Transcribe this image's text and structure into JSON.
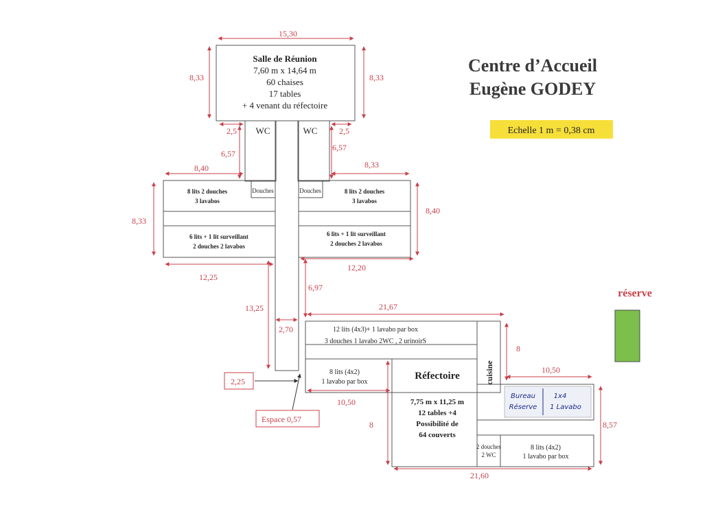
{
  "title": {
    "line1": "Centre d’Accueil",
    "line2": "Eugène GODEY"
  },
  "scale_label": "Echelle  1 m = 0,38 cm",
  "colors": {
    "dimension": "#c8414b",
    "scale_bg": "#f7df3a",
    "reserve": "#7cbf4a",
    "handwriting": "#1a2a8a"
  },
  "rooms": {
    "meeting": [
      "Salle de Réunion",
      "7,60 m x 14,64 m",
      "60 chaises",
      "17 tables",
      "+ 4 venant du réfectoire"
    ],
    "wc": "WC",
    "douches": "Douches",
    "left_top": [
      "8 lits 2 douches",
      "3 lavabos"
    ],
    "right_top": [
      "8 lits 2 douches",
      "3 lavabos"
    ],
    "left_bottom": [
      "6 lits + 1 lit surveillant",
      "2 douches 2 lavabos"
    ],
    "right_bottom": [
      "6 lits + 1 lit surveillant",
      "2 douches 2 lavabos"
    ],
    "east_top": "12 lits  (4x3)+ 1 lavabo par box",
    "east_mid": "3 douches 1 lavabo 2WC , 2 urinoirS",
    "east_small": [
      "8 lits  (4x2)",
      "1 lavabo par box"
    ],
    "refectoire_title": "Réfectoire",
    "refectoire_info": [
      "7,75 m x 11,25 m",
      "12 tables +4",
      "Possibilité de",
      "64 couverts"
    ],
    "cuisine": "cuisine",
    "bureau": [
      "Bureau",
      "Réserve"
    ],
    "bureau_right": [
      "1x4",
      "1 Lavabo"
    ],
    "south_douches": [
      "2 douches",
      "2 WC"
    ],
    "south_room": [
      "8 lits  (4x2)",
      "1 lavabo par box"
    ]
  },
  "dims": {
    "top": "15,30",
    "meet_l": "8,33",
    "meet_r": "8,33",
    "wc_l": "2,5",
    "wc_r": "2,5",
    "wc_lh": "6,57",
    "wc_rh": "6,57",
    "dorm_l_w": "8,40",
    "dorm_r_w": "8,33",
    "dorm_l_h": "8,33",
    "dorm_r_h": "8,40",
    "dorm_l_bottom": "12,25",
    "dorm_r_bottom": "12,20",
    "corr_h": "13,25",
    "corr_h2": "6,97",
    "corr_w": "2,70",
    "east_w": "21,67",
    "east_h": "8",
    "east_bw": "10,50",
    "ref_w": "10,50",
    "ref_h": "8",
    "kit_w": "10,50",
    "south_h": "8,57",
    "south_w": "21,60",
    "box1": "2,25",
    "box2": "Espace  0,57"
  },
  "reserve_label": "réserve"
}
